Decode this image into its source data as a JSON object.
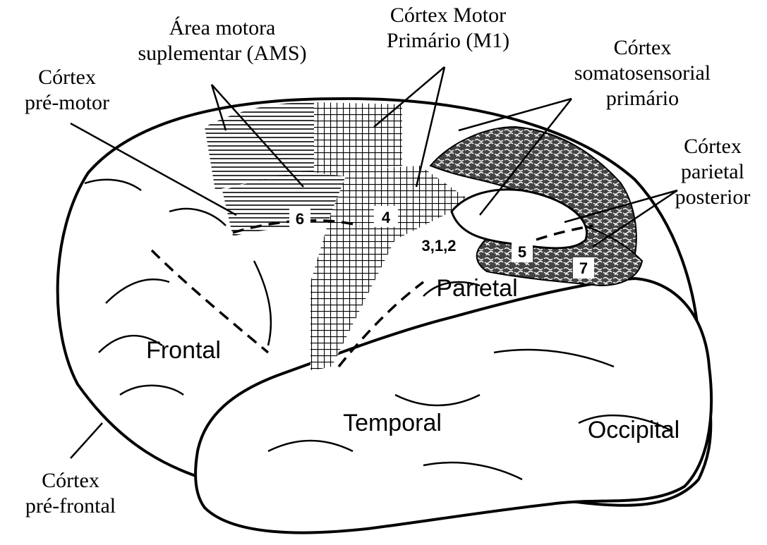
{
  "labels": {
    "ams": [
      "Área motora",
      "suplementar (AMS)"
    ],
    "m1": [
      "Córtex Motor",
      "Primário (M1)"
    ],
    "premotor": [
      "Córtex",
      "pré-motor"
    ],
    "somato": [
      "Córtex",
      "somatosensorial",
      "primário"
    ],
    "parietal_post": [
      "Córtex",
      "parietal",
      "posterior"
    ],
    "prefrontal": [
      "Córtex",
      "pré-frontal"
    ]
  },
  "lobes": {
    "frontal": "Frontal",
    "parietal": "Parietal",
    "temporal": "Temporal",
    "occipital": "Occipital"
  },
  "areas": {
    "a6": "6",
    "a4": "4",
    "a312": "3,1,2",
    "a5": "5",
    "a7": "7"
  }
}
